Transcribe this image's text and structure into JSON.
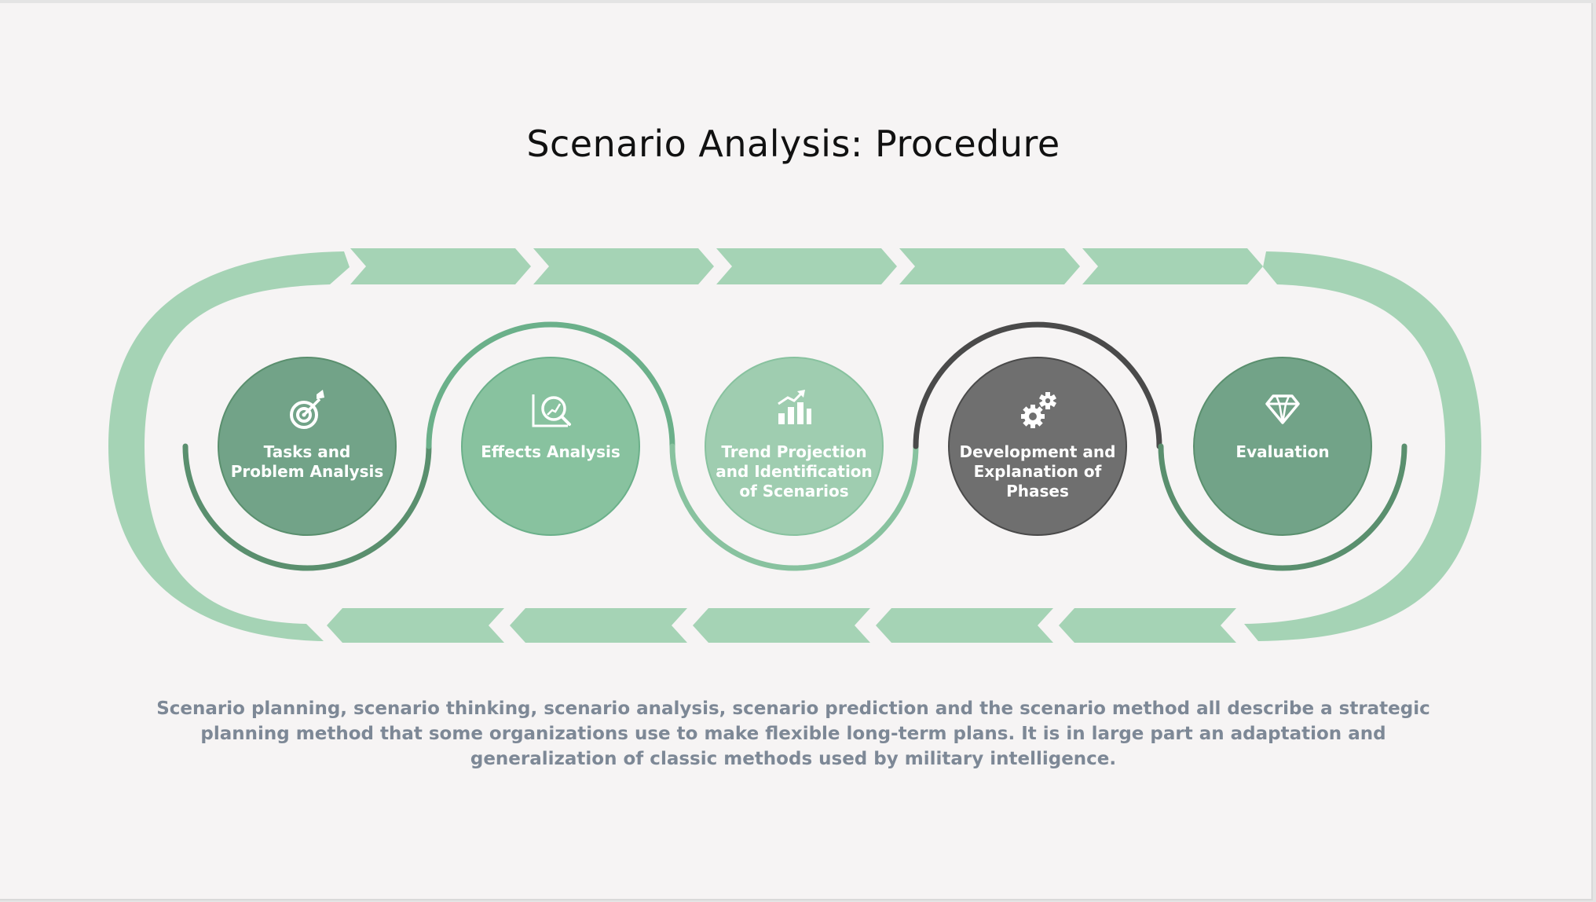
{
  "slide": {
    "title": "Scenario Analysis: Procedure",
    "description": "Scenario planning, scenario thinking, scenario analysis, scenario prediction and the scenario method all describe a strategic planning method that some organizations use to make flexible long-term plans. It is in large part an adaptation and generalization of classic methods used by military intelligence."
  },
  "colors": {
    "track": "#a5d3b5",
    "dark_green": "#5a8f6e",
    "mid_green": "#72a388",
    "light_green": "#88c29f",
    "pale_green": "#9fcdb0",
    "gray": "#6f6f6f",
    "dark_gray": "#4a4a4a"
  },
  "steps": [
    {
      "lines": [
        "Tasks and",
        "Problem Analysis"
      ],
      "icon": "target-icon",
      "fill": "#72a388",
      "arc": "#5a8f6e"
    },
    {
      "lines": [
        "Effects Analysis"
      ],
      "icon": "search-chart-icon",
      "fill": "#88c29f",
      "arc": "#6bb08a"
    },
    {
      "lines": [
        "Trend Projection",
        "and Identification",
        "of Scenarios"
      ],
      "icon": "bar-chart-icon",
      "fill": "#9fcdb0",
      "arc": "#88c29f"
    },
    {
      "lines": [
        "Development and",
        "Explanation of",
        "Phases"
      ],
      "icon": "gears-icon",
      "fill": "#6f6f6f",
      "arc": "#4a4a4a"
    },
    {
      "lines": [
        "Evaluation"
      ],
      "icon": "diamond-icon",
      "fill": "#72a388",
      "arc": "#5a8f6e"
    }
  ]
}
